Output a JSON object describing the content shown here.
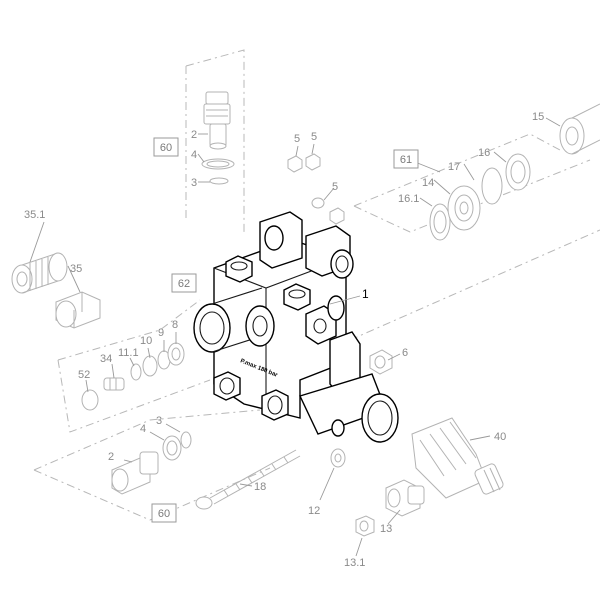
{
  "parts": {
    "p35_1": "35.1",
    "p35": "35",
    "p60_top": "60",
    "p60_bottom": "60",
    "p61": "61",
    "p62": "62",
    "p1": "1",
    "p2_top": "2",
    "p4_top": "4",
    "p3_top": "3",
    "p5_a": "5",
    "p5_b": "5",
    "p5_c": "5",
    "p15": "15",
    "p16": "16",
    "p17": "17",
    "p14": "14",
    "p16_1": "16.1",
    "p6": "6",
    "p8": "8",
    "p9": "9",
    "p10": "10",
    "p11_1": "11.1",
    "p34": "34",
    "p52": "52",
    "p2_bottom": "2",
    "p4_bottom": "4",
    "p3_bottom": "3",
    "p18": "18",
    "p12": "12",
    "p13": "13",
    "p13_1": "13.1",
    "p40": "40"
  },
  "nameplate": {
    "line1": "P.max 180 bar"
  },
  "colors": {
    "main_line": "#000000",
    "faded_line": "#b3b3b3",
    "label": "#8a8a8a"
  }
}
